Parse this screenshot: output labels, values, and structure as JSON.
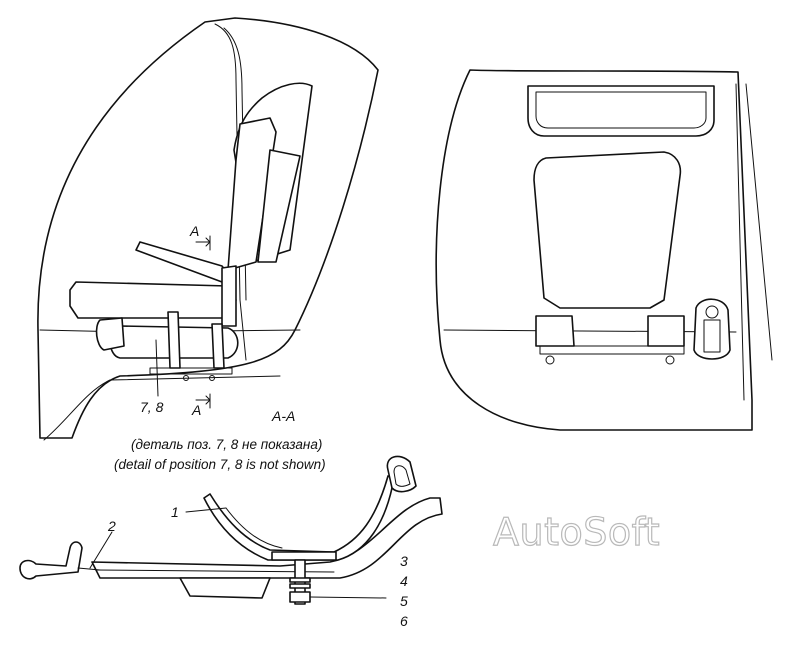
{
  "labels": {
    "section_mark_top": "A",
    "section_mark_bottom": "A",
    "position_callout": "7, 8",
    "section_title": "А-А",
    "note_ru": "(деталь поз. 7, 8 не показана)",
    "note_en": "(detail of position 7, 8 is not shown)"
  },
  "callouts": {
    "p1": "1",
    "p2": "2",
    "p3": "3",
    "p4": "4",
    "p5": "5",
    "p6": "6"
  },
  "watermark": "AutoSoft"
}
